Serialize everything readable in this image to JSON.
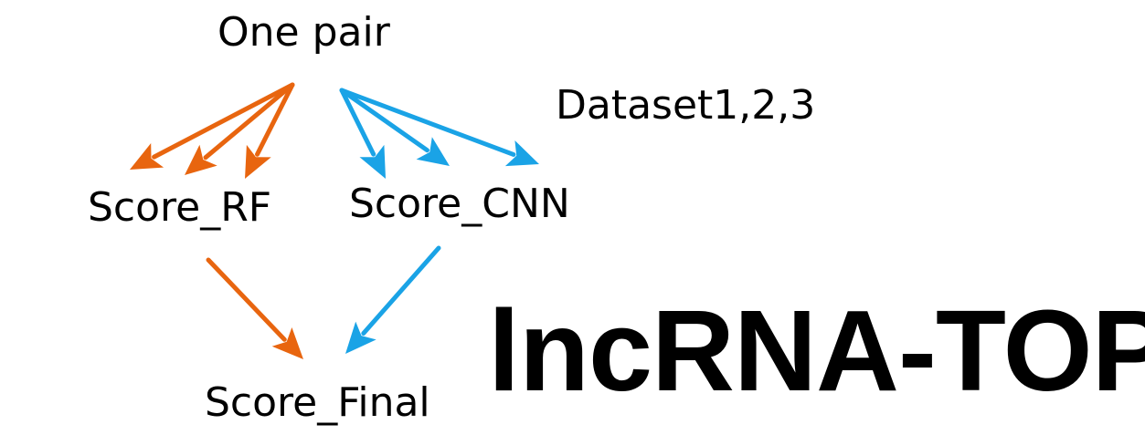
{
  "nodes": {
    "one_pair": "One pair",
    "datasets": "Dataset1,2,3",
    "score_rf": "Score_RF",
    "score_cnn": "Score_CNN",
    "score_final": "Score_Final"
  },
  "tool_name": "lncRNA-TOP",
  "colors": {
    "rf_arrow": "#e8650f",
    "cnn_arrow": "#1aa3e6",
    "text": "#000000",
    "background": "#ffffff"
  },
  "edges": [
    {
      "from": "one_pair",
      "to": "score_rf",
      "color": "rf_arrow",
      "count": 3
    },
    {
      "from": "one_pair",
      "to": "score_cnn",
      "color": "cnn_arrow",
      "count": 3
    },
    {
      "from": "score_rf",
      "to": "score_final",
      "color": "rf_arrow",
      "count": 1
    },
    {
      "from": "score_cnn",
      "to": "score_final",
      "color": "cnn_arrow",
      "count": 1
    }
  ]
}
